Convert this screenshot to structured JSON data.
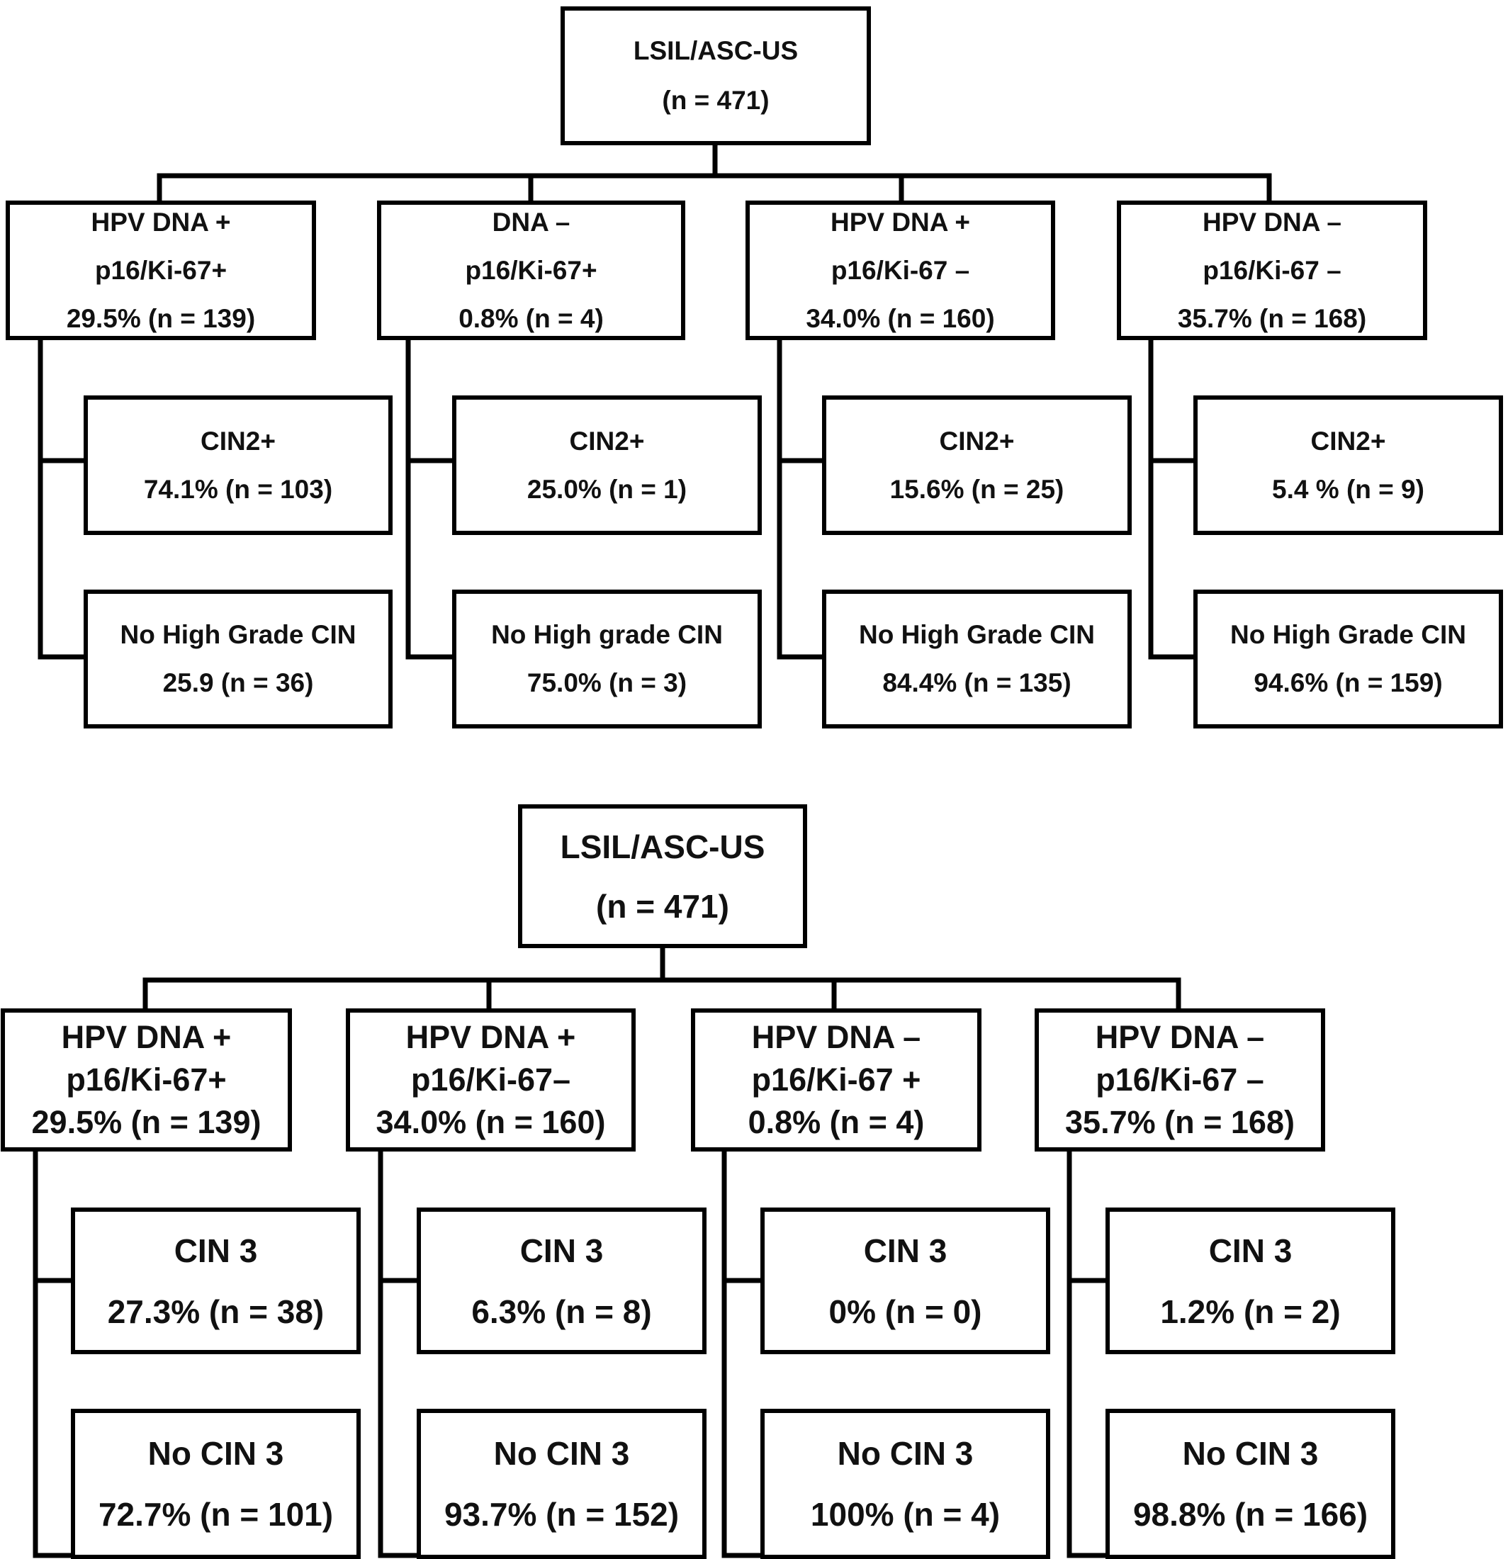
{
  "top_diagram": {
    "root": {
      "line1": "LSIL/ASC-US",
      "line2": "(n = 471)"
    },
    "groups": [
      {
        "line1": "HPV DNA +",
        "line2": "p16/Ki-67+",
        "line3": "29.5% (n = 139)",
        "outcome_pos": {
          "line1": "CIN2+",
          "line2": "74.1% (n = 103)"
        },
        "outcome_neg": {
          "line1": "No High Grade CIN",
          "line2": "25.9 (n = 36)"
        }
      },
      {
        "line1": "DNA –",
        "line2": "p16/Ki-67+",
        "line3": "0.8% (n = 4)",
        "outcome_pos": {
          "line1": "CIN2+",
          "line2": "25.0% (n = 1)"
        },
        "outcome_neg": {
          "line1": "No High grade CIN",
          "line2": "75.0% (n = 3)"
        }
      },
      {
        "line1": "HPV DNA +",
        "line2": "p16/Ki-67 –",
        "line3": "34.0% (n = 160)",
        "outcome_pos": {
          "line1": "CIN2+",
          "line2": "15.6% (n = 25)"
        },
        "outcome_neg": {
          "line1": "No High Grade CIN",
          "line2": "84.4% (n = 135)"
        }
      },
      {
        "line1": "HPV DNA –",
        "line2": "p16/Ki-67 –",
        "line3": "35.7% (n = 168)",
        "outcome_pos": {
          "line1": "CIN2+",
          "line2": "5.4 % (n = 9)"
        },
        "outcome_neg": {
          "line1": "No High Grade CIN",
          "line2": "94.6% (n = 159)"
        }
      }
    ]
  },
  "bottom_diagram": {
    "root": {
      "line1": "LSIL/ASC-US",
      "line2": "(n = 471)"
    },
    "groups": [
      {
        "line1": "HPV DNA +",
        "line2": "p16/Ki-67+",
        "line3": "29.5% (n = 139)",
        "outcome_pos": {
          "line1": "CIN 3",
          "line2": "27.3% (n = 38)"
        },
        "outcome_neg": {
          "line1": "No CIN 3",
          "line2": "72.7% (n = 101)"
        }
      },
      {
        "line1": "HPV DNA +",
        "line2": "p16/Ki-67–",
        "line3": "34.0% (n = 160)",
        "outcome_pos": {
          "line1": "CIN 3",
          "line2": "6.3% (n = 8)"
        },
        "outcome_neg": {
          "line1": "No CIN 3",
          "line2": "93.7% (n = 152)"
        }
      },
      {
        "line1": "HPV DNA –",
        "line2": "p16/Ki-67 +",
        "line3": "0.8% (n = 4)",
        "outcome_pos": {
          "line1": "CIN 3",
          "line2": "0% (n = 0)"
        },
        "outcome_neg": {
          "line1": "No CIN 3",
          "line2": "100% (n = 4)"
        }
      },
      {
        "line1": "HPV DNA –",
        "line2": "p16/Ki-67 –",
        "line3": "35.7% (n = 168)",
        "outcome_pos": {
          "line1": "CIN 3",
          "line2": "1.2% (n = 2)"
        },
        "outcome_neg": {
          "line1": "No CIN 3",
          "line2": "98.8% (n = 166)"
        }
      }
    ]
  }
}
